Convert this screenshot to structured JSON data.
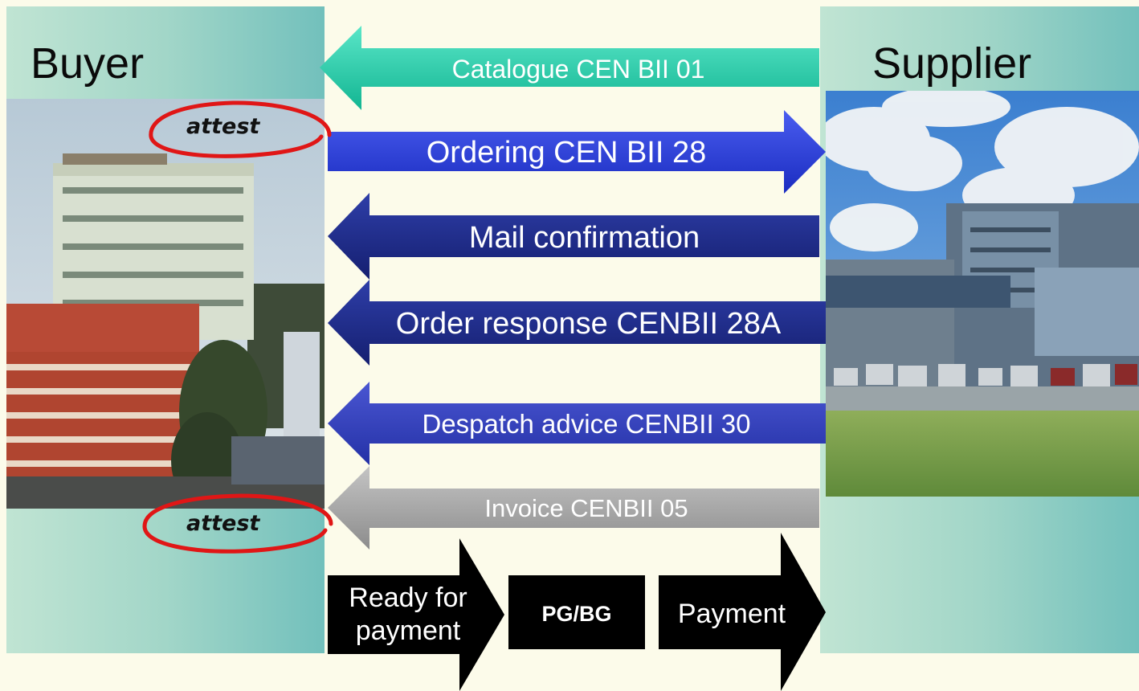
{
  "buyer": {
    "title": "Buyer"
  },
  "supplier": {
    "title": "Supplier"
  },
  "flows": [
    {
      "label": "Catalogue  CEN BII 01",
      "direction": "left",
      "color": "#22c9a8"
    },
    {
      "label": "Ordering CEN BII 28",
      "direction": "right",
      "color": "#2a3ed6"
    },
    {
      "label": "Mail confirmation",
      "direction": "left",
      "color": "#1e2a8c"
    },
    {
      "label": "Order response CENBII 28A",
      "direction": "left",
      "color": "#1e2a8c"
    },
    {
      "label": "Despatch advice CENBII 30",
      "direction": "left",
      "color": "#3440c0"
    },
    {
      "label": "Invoice CENBII  05",
      "direction": "left",
      "color": "#a4a4a4"
    }
  ],
  "attest": [
    "attest",
    "attest"
  ],
  "payment_flow": {
    "ready": "Ready for payment",
    "pgbg": "PG/BG",
    "payment": "Payment"
  },
  "colors": {
    "background": "#fcfbea",
    "attest_ring": "#e01616",
    "payment_arrow": "#000000"
  }
}
